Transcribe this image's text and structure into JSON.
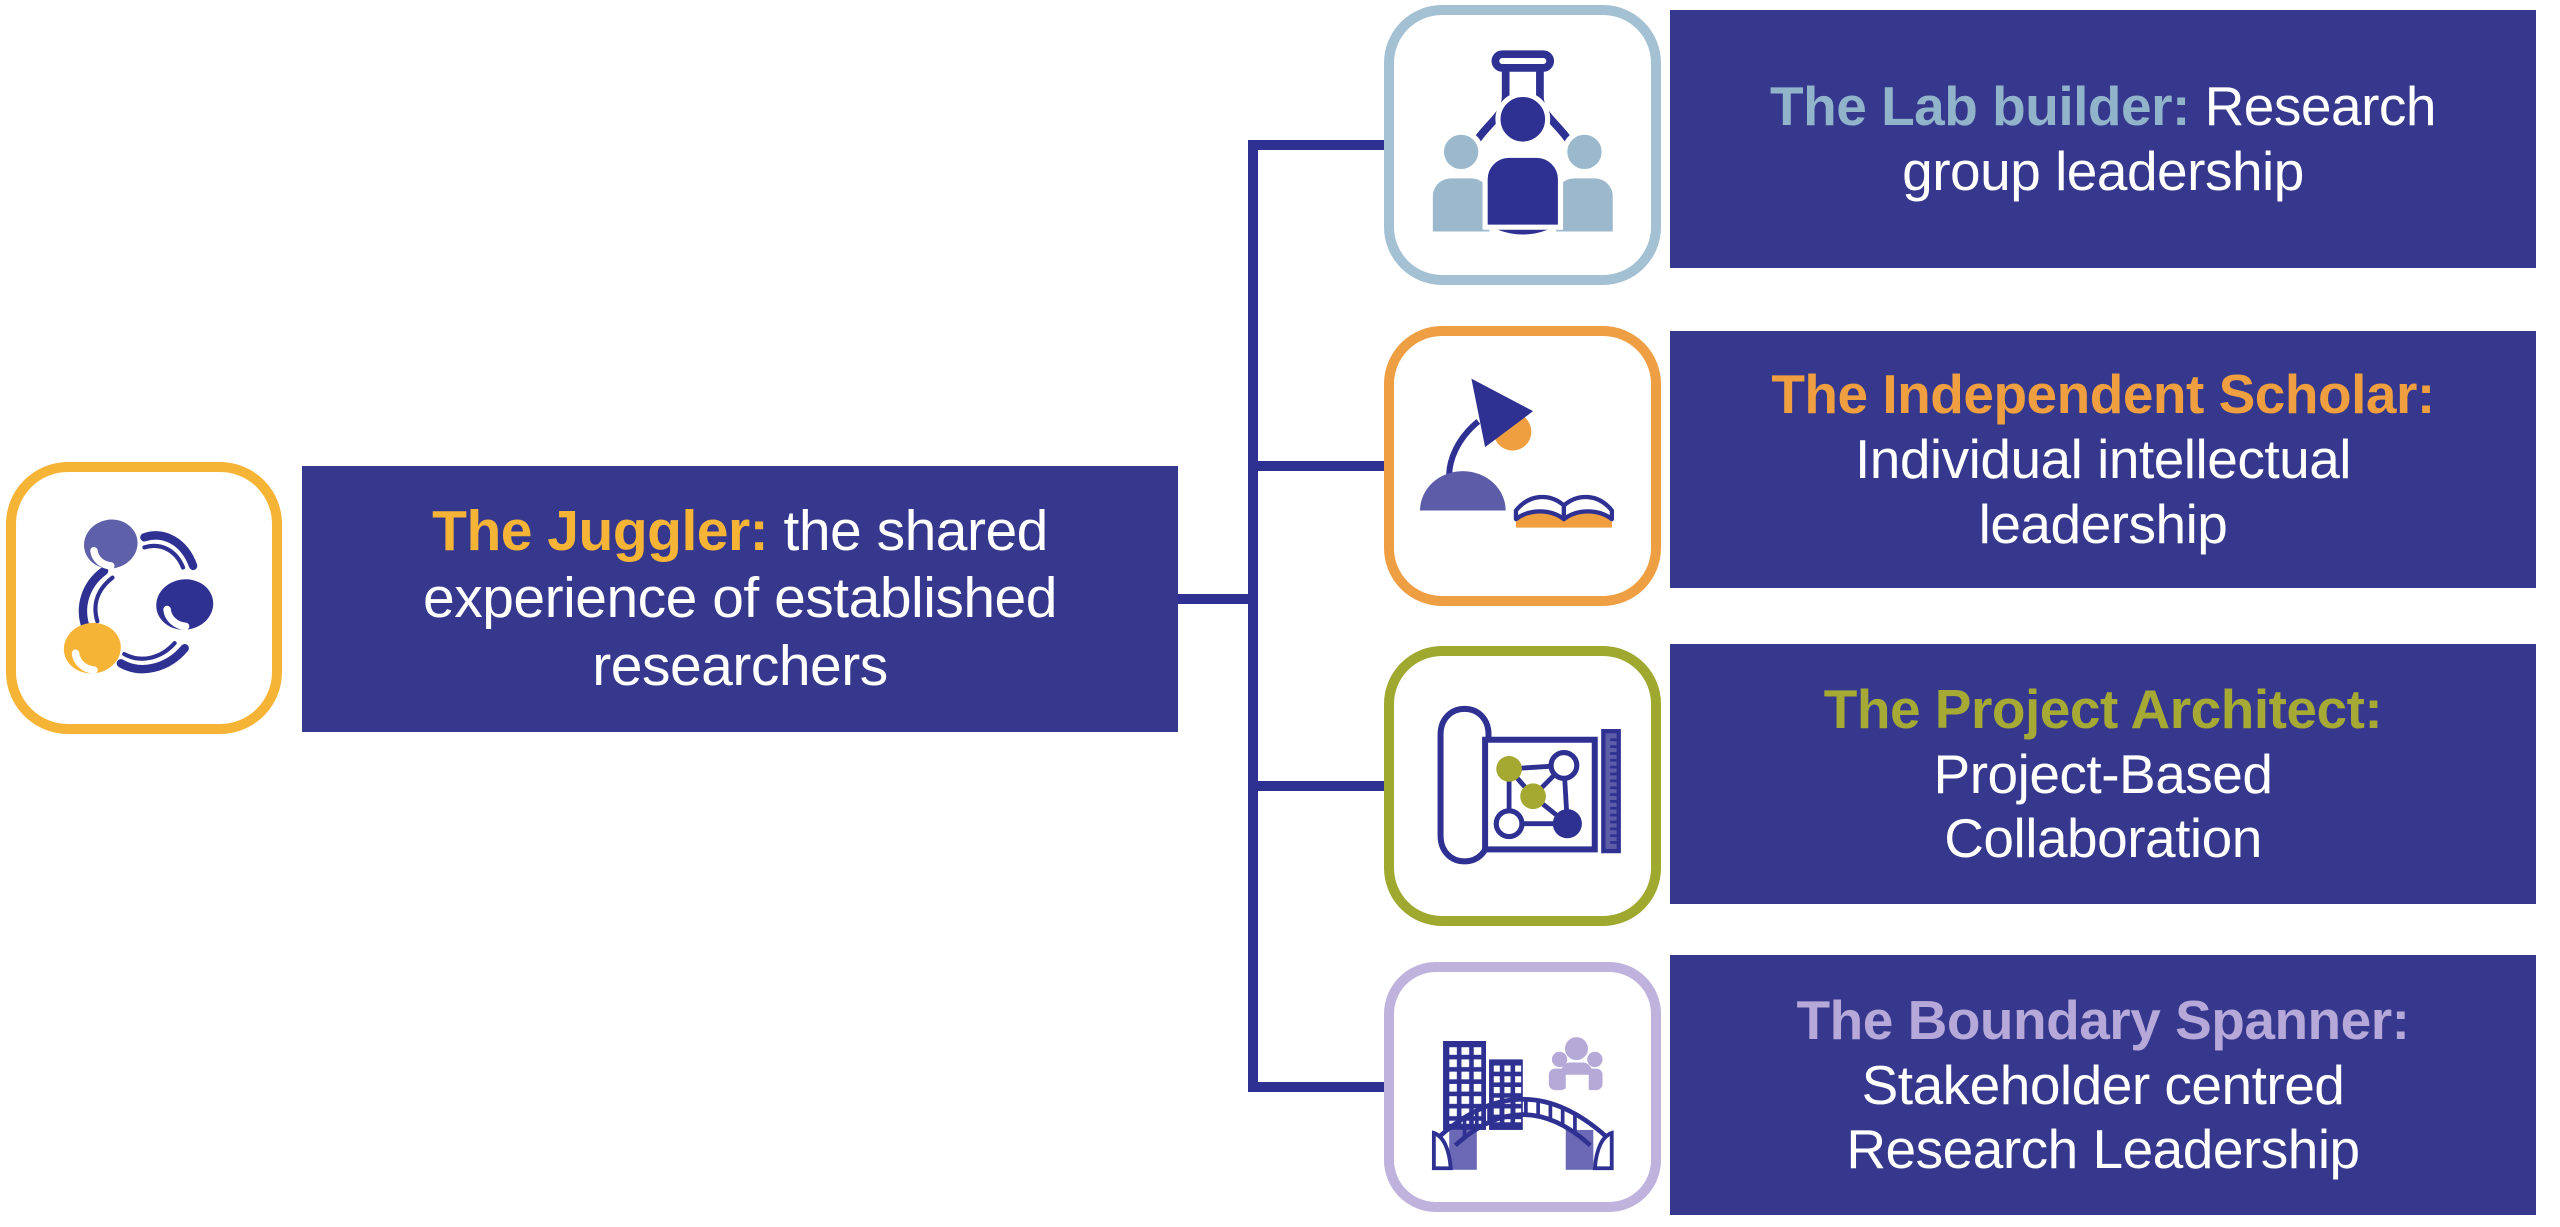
{
  "root": {
    "heading": "The Juggler:",
    "description": "the shared\nexperience of established\nresearchers",
    "heading_color": "#F6B437",
    "icon": "juggler-icon",
    "icon_border_color": "#F6B437"
  },
  "branches": [
    {
      "heading": "The Lab builder:",
      "description": "Research\ngroup leadership",
      "heading_color": "#92B4CB",
      "icon": "lab-builder-icon",
      "icon_border_color": "#A3C1D3"
    },
    {
      "heading": "The Independent Scholar:",
      "description": "\nIndividual intellectual\nleadership",
      "heading_color": "#EF9F3F",
      "icon": "independent-scholar-icon",
      "icon_border_color": "#EF9F43"
    },
    {
      "heading": "The Project Architect:",
      "description": "\nProject-Based\nCollaboration",
      "heading_color": "#A6AA34",
      "icon": "project-architect-icon",
      "icon_border_color": "#9FA82F"
    },
    {
      "heading": "The Boundary Spanner:",
      "description": "\nStakeholder centred\nResearch Leadership",
      "heading_color": "#B6A8D8",
      "icon": "boundary-spanner-icon",
      "icon_border_color": "#BFB2DC"
    }
  ],
  "colors": {
    "background": "#FFFFFF",
    "node_box_background": "#35388C",
    "connector_line": "#2E3192",
    "body_text": "#FFFFFF",
    "navy": "#2E3192",
    "mid_purple": "#5C5CA8",
    "light_purple_people": "#B5A9D8",
    "steel_blue_people": "#9CB8CD",
    "olive": "#A5A932",
    "orange": "#EF9F3F",
    "yellow": "#F6B437"
  }
}
